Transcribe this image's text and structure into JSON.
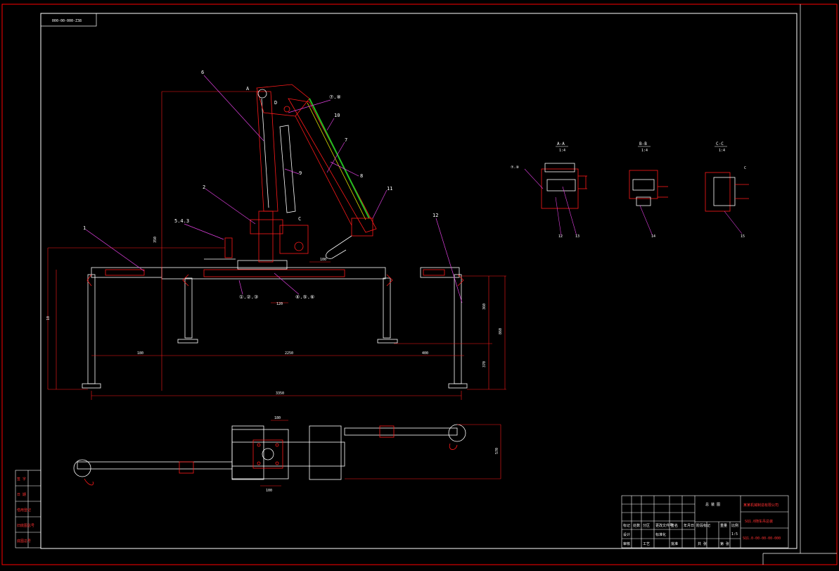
{
  "window": {
    "background": "#000000",
    "frame_color": "#ff0000",
    "outline_color": "#ffffff"
  },
  "colors": {
    "red": "#ff1a1a",
    "white": "#ffffff",
    "magenta": "#e040e0",
    "green": "#20c020",
    "yellow": "#e0e000",
    "leader": "#cc33cc"
  },
  "drawing_code_box": "000-00-000-Z38",
  "callouts": {
    "c1": "1",
    "c2": "2",
    "c543": "5.4.3",
    "c6": "6",
    "c78": "⑦.⑧",
    "c10": "10",
    "c7": "7",
    "c8": "8",
    "c9": "9",
    "c11": "11",
    "c12r": "12",
    "c123": "①.②.③",
    "c456": "④.⑤.⑥",
    "cA": "A",
    "cC": "C",
    "cD": "D"
  },
  "sections": {
    "aa": {
      "title": "A-A",
      "scale": "1:4",
      "callout_left": "⑦.⑧",
      "callout_b1": "12",
      "callout_b2": "13"
    },
    "bb": {
      "title": "B-B",
      "scale": "1:4",
      "callout": "14"
    },
    "cc": {
      "title": "C-C",
      "scale": "1:4",
      "callout": "15",
      "mark": "C"
    }
  },
  "left_strip": {
    "rows": [
      "签 字",
      "日 期",
      "借用登记",
      "旧底图总号",
      "底图总号"
    ]
  },
  "title_block": {
    "company": "某某机械制造有限公司",
    "name_left": "总 装 图",
    "product": "SQ1.0随车吊总装",
    "drawing_no": "SQ1.0-00-00-00-000",
    "stage": "阶段标记",
    "weight": "重量",
    "scale_label": "比例",
    "scale": "1:5",
    "sheet_total": "共 张",
    "sheet_no": "第 张",
    "row_labels": [
      "标记",
      "处数",
      "分区",
      "更改文件号",
      "签名",
      "年月日"
    ],
    "row_labels2": [
      "设计",
      "标准化",
      "审核",
      "工艺",
      "批准"
    ]
  }
}
